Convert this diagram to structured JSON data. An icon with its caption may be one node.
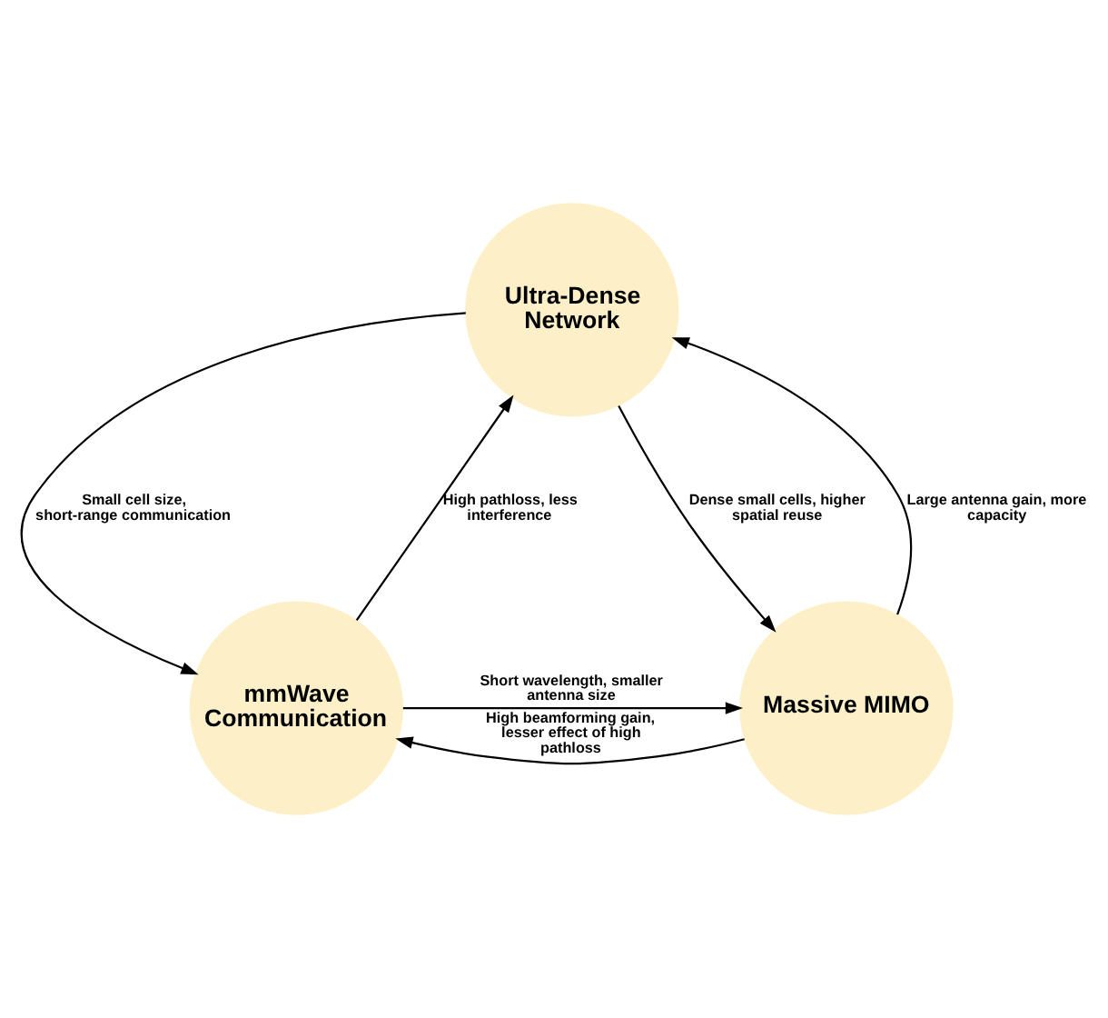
{
  "diagram": {
    "nodes": [
      {
        "text": [
          "Ultra-Dense Network"
        ]
      },
      {
        "text": [
          "mmWave Communication"
        ]
      },
      {
        "text": [
          "Massive MIMO"
        ]
      }
    ],
    "edges": [
      {
        "from": 0,
        "to": 1,
        "arrow": "to",
        "label": "Small cell size, short-range communication"
      },
      {
        "from": 1,
        "to": 0,
        "arrow": "to",
        "label": "High pathloss, less interference"
      },
      {
        "from": 0,
        "to": 2,
        "arrow": "to",
        "label": "Dense small cells, higher spatial reuse"
      },
      {
        "from": 2,
        "to": 0,
        "arrow": "to",
        "label": "Large antenna gain, more capacity"
      },
      {
        "from": 1,
        "to": 2,
        "arrow": "to",
        "label": "Short wavelength, smaller antenna size"
      },
      {
        "from": 2,
        "to": 1,
        "arrow": "to",
        "label": "High beamforming gain, lesser effect of high pathloss"
      }
    ]
  }
}
